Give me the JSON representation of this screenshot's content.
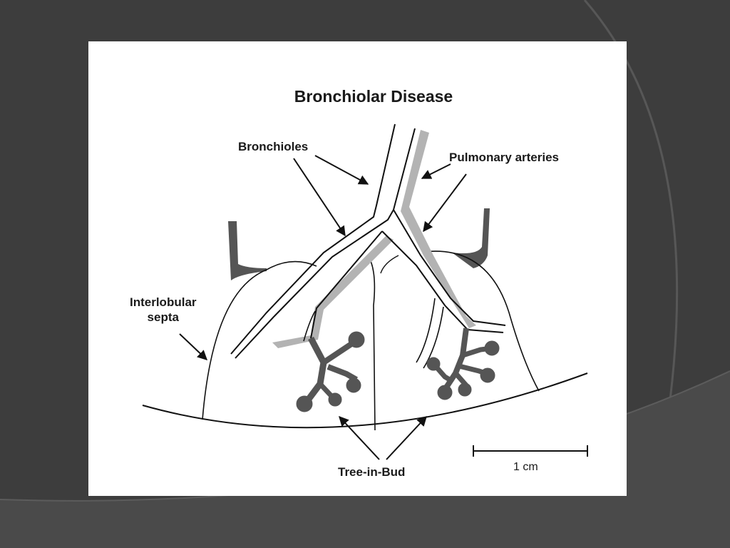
{
  "diagram": {
    "title": "Bronchiolar Disease",
    "labels": {
      "bronchioles": "Bronchioles",
      "pulmonary_arteries": "Pulmonary arteries",
      "interlobular_septa_line1": "Interlobular",
      "interlobular_septa_line2": "septa",
      "tree_in_bud": "Tree-in-Bud",
      "scale_bar": "1 cm"
    },
    "colors": {
      "slide_background": "#3d3d3d",
      "panel": "#ffffff",
      "lines": "#111111",
      "artery_fill": "#b3b3b3",
      "septa_and_buds": "#555555"
    }
  }
}
